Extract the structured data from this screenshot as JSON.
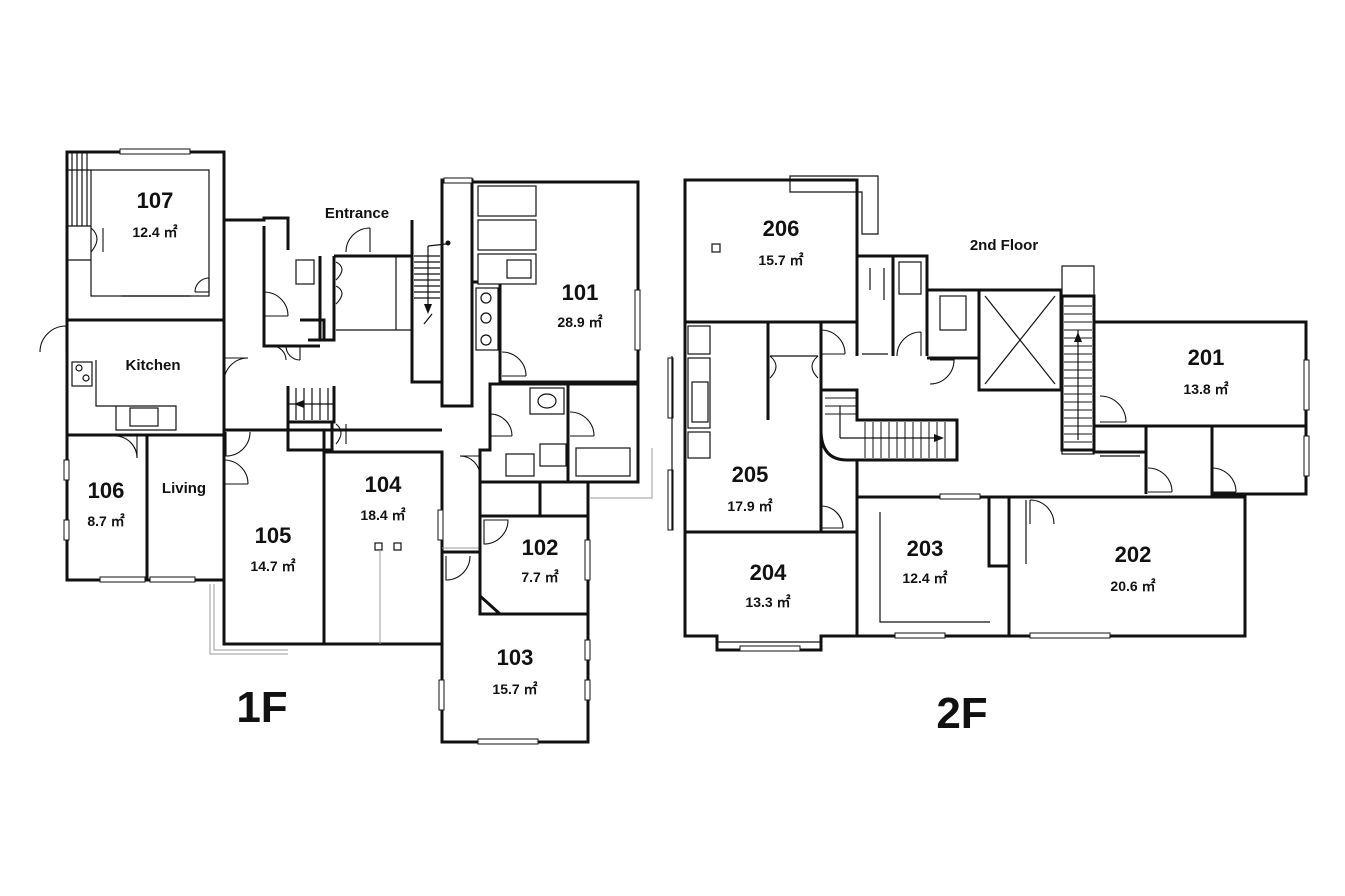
{
  "floors": {
    "first": {
      "label": "1F"
    },
    "second": {
      "label": "2F",
      "title": "2nd Floor"
    }
  },
  "labels": {
    "entrance": "Entrance",
    "kitchen": "Kitchen",
    "living": "Living"
  },
  "rooms": {
    "r101": {
      "number": "101",
      "area": "28.9 ㎡"
    },
    "r102": {
      "number": "102",
      "area": "7.7 ㎡"
    },
    "r103": {
      "number": "103",
      "area": "15.7 ㎡"
    },
    "r104": {
      "number": "104",
      "area": "18.4 ㎡"
    },
    "r105": {
      "number": "105",
      "area": "14.7 ㎡"
    },
    "r106": {
      "number": "106",
      "area": "8.7 ㎡"
    },
    "r107": {
      "number": "107",
      "area": "12.4 ㎡"
    },
    "r201": {
      "number": "201",
      "area": "13.8 ㎡"
    },
    "r202": {
      "number": "202",
      "area": "20.6 ㎡"
    },
    "r203": {
      "number": "203",
      "area": "12.4 ㎡"
    },
    "r204": {
      "number": "204",
      "area": "13.3 ㎡"
    },
    "r205": {
      "number": "205",
      "area": "17.9 ㎡"
    },
    "r206": {
      "number": "206",
      "area": "15.7 ㎡"
    }
  }
}
